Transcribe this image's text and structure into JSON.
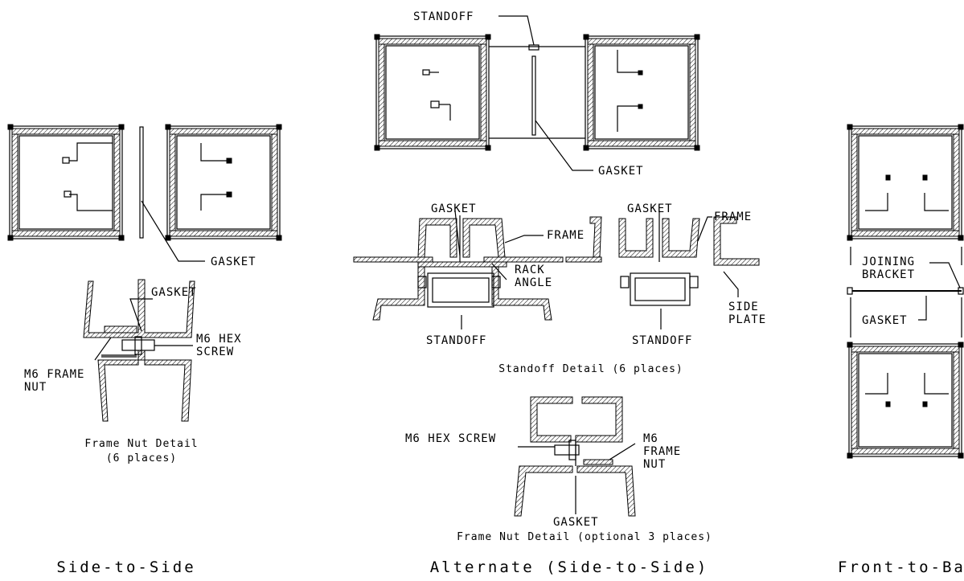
{
  "labels": {
    "standoff_top": "STANDOFF",
    "gasket_top": "GASKET",
    "gasket_left": "GASKET",
    "gasket_detail_left": "GASKET",
    "m6_hex_screw_left": "M6 HEX",
    "m6_hex_screw_left_2": "SCREW",
    "m6_frame_nut_left": "M6 FRAME",
    "m6_frame_nut_left_2": "NUT",
    "frame_nut_detail_left": "Frame Nut Detail",
    "frame_nut_detail_left_2": "(6 places)",
    "gasket_standoff_a": "GASKET",
    "frame_a": "FRAME",
    "rack_angle": "RACK",
    "rack_angle_2": "ANGLE",
    "standoff_a": "STANDOFF",
    "gasket_standoff_b": "GASKET",
    "frame_b": "FRAME",
    "side_plate": "SIDE",
    "side_plate_2": "PLATE",
    "standoff_b": "STANDOFF",
    "standoff_detail": "Standoff Detail (6 places)",
    "m6_hex_screw_mid": "M6 HEX SCREW",
    "m6_frame_nut_mid": "M6",
    "m6_frame_nut_mid_2": "FRAME",
    "m6_frame_nut_mid_3": "NUT",
    "gasket_mid_bottom": "GASKET",
    "frame_nut_detail_optional": "Frame Nut Detail (optional 3 places)",
    "joining_bracket": "JOINING",
    "joining_bracket_2": "BRACKET",
    "gasket_right": "GASKET"
  },
  "titles": {
    "side_to_side": "Side-to-Side",
    "alternate": "Alternate (Side-to-Side)",
    "front_to_back": "Front-to-Ba"
  }
}
